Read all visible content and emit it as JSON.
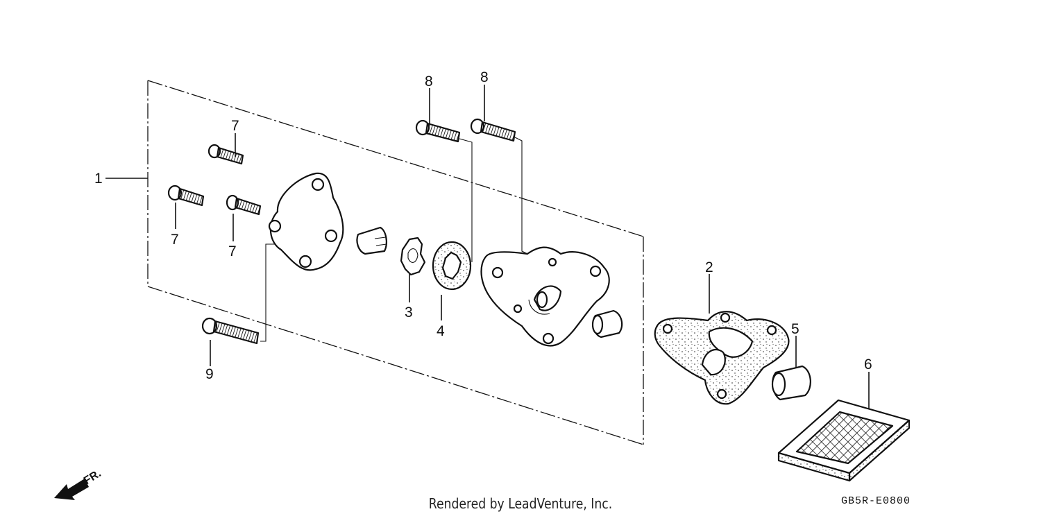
{
  "diagram": {
    "callouts": {
      "c1": "1",
      "c2": "2",
      "c3": "3",
      "c4": "4",
      "c5": "5",
      "c6": "6",
      "c7a": "7",
      "c7b": "7",
      "c7c": "7",
      "c8a": "8",
      "c8b": "8",
      "c9": "9"
    },
    "front_indicator": "FR.",
    "diagram_code": "GB5R-E0800",
    "credit": "Rendered by LeadVenture, Inc."
  },
  "colors": {
    "ink": "#111111",
    "background": "#ffffff"
  }
}
